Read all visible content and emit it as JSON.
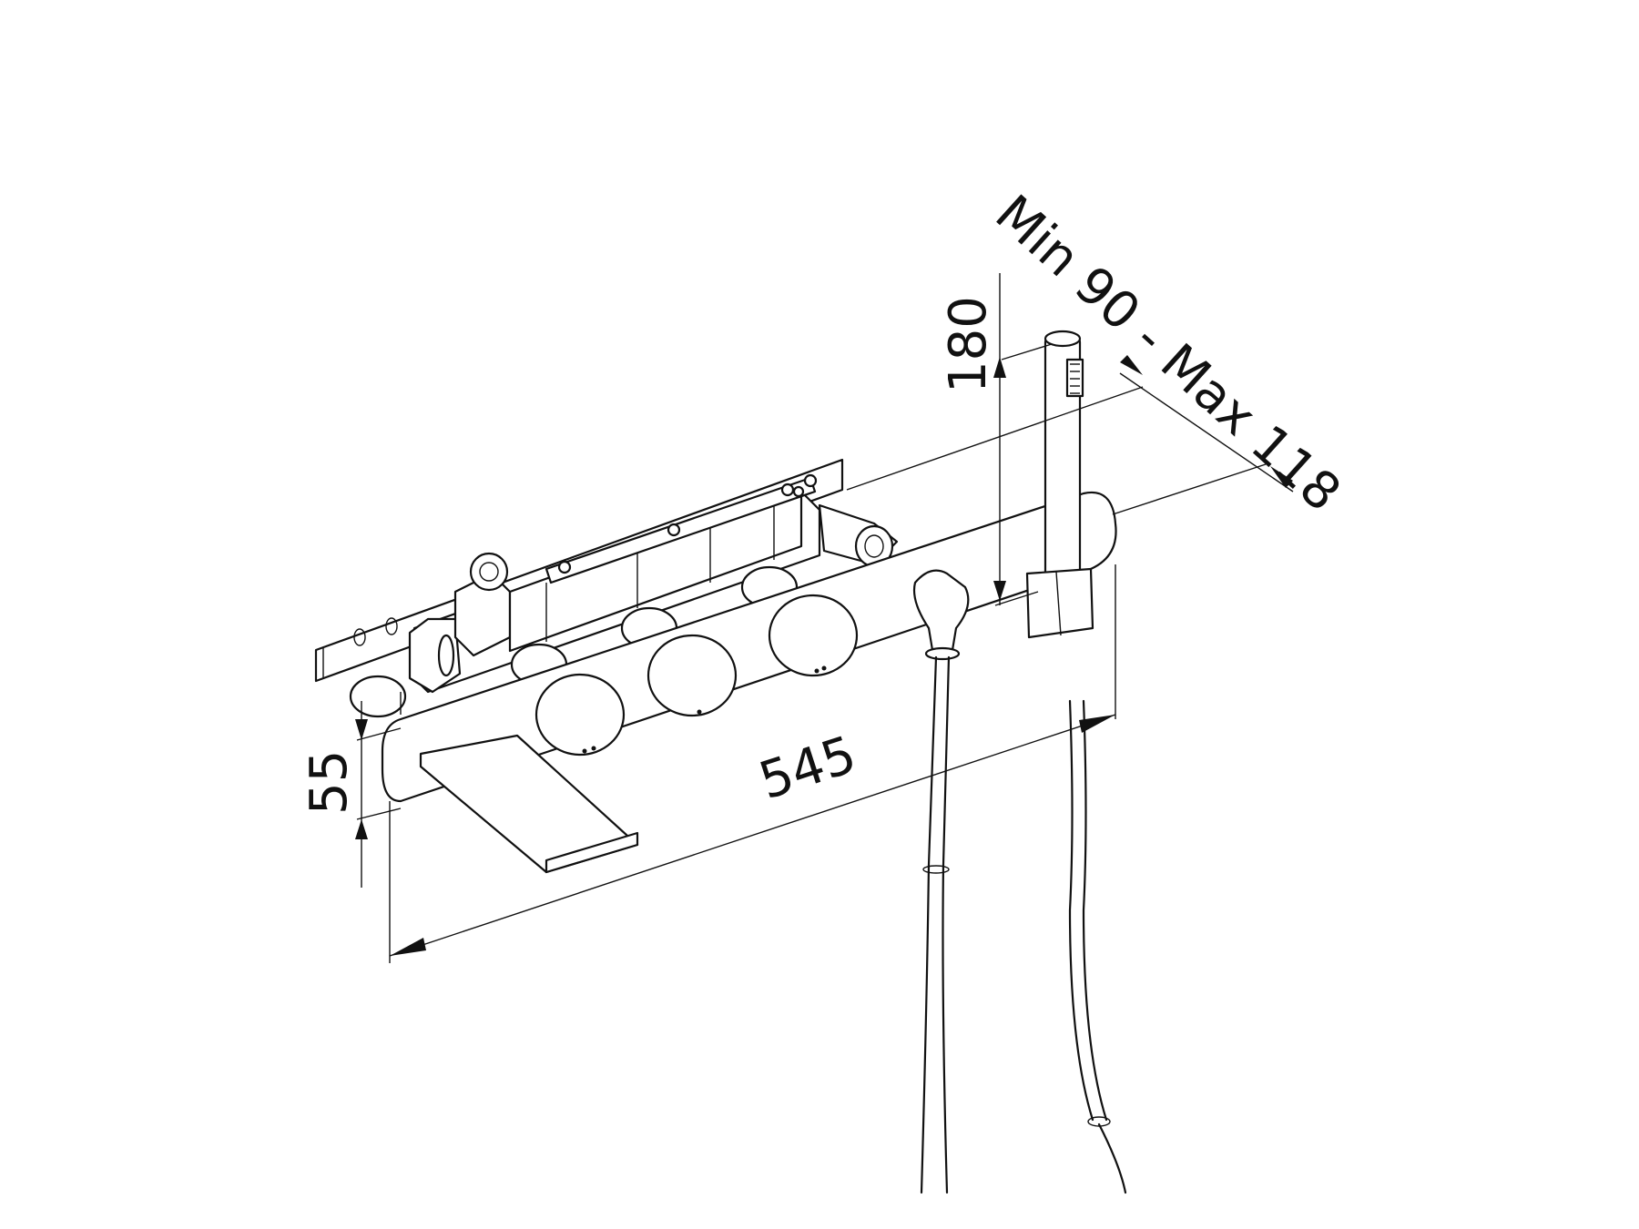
{
  "dimensions": {
    "height_plate": "55",
    "width_total": "545",
    "hand_shower_height": "180",
    "projection_range": "Min 90 - Max 118"
  },
  "colors": {
    "line": "#111111",
    "background": "#ffffff"
  }
}
